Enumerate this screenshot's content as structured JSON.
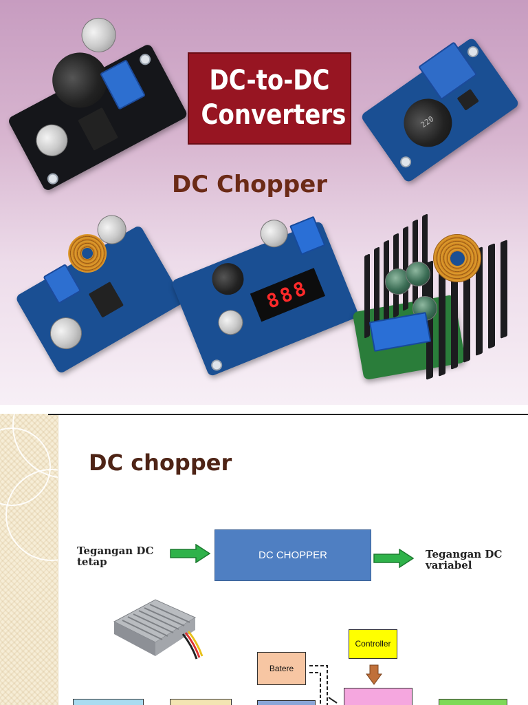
{
  "slide1": {
    "title_line1": "DC-to-DC",
    "title_line2": "Converters",
    "subtitle": "DC Chopper",
    "board_labels": {
      "inductor_top_right": "220",
      "display_digits": "888"
    }
  },
  "slide2": {
    "title": "DC chopper",
    "input_label_line1": "Tegangan DC",
    "input_label_line2": "tetap",
    "block_label": "DC CHOPPER",
    "output_label_line1": "Tegangan DC",
    "output_label_line2": "variabel",
    "controller_label": "Controller",
    "battery_label": "Batere"
  },
  "colors": {
    "title_box": "#971522",
    "heading": "#6b2a16",
    "chopper_block": "#4f7fc2",
    "arrow_green": "#2fb24a",
    "controller_fill": "#ffff00",
    "battery_fill": "#f7c6a3",
    "pink_block": "#f5a7df"
  }
}
